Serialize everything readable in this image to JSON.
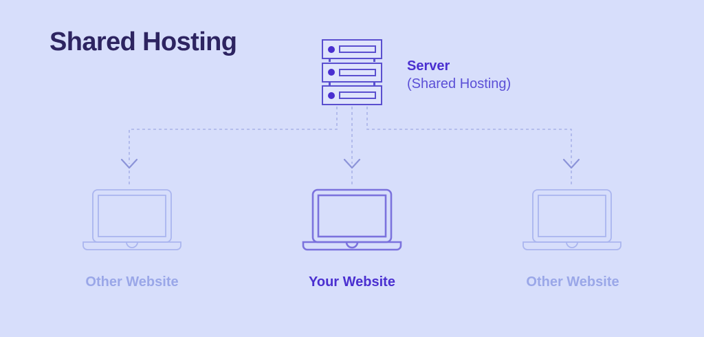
{
  "page": {
    "title": "Shared Hosting",
    "background_color": "#d7defb"
  },
  "colors": {
    "title": "#2d2461",
    "accent_purple": "#4a2fd0",
    "server_stroke": "#5a4fcf",
    "muted_label": "#9aa7e8",
    "laptop_stroke_light": "#aab5ef",
    "laptop_stroke_strong": "#7b72dd",
    "dashed_line": "#a8b2e8"
  },
  "server": {
    "name": "server-shared-hosting",
    "label_primary": "Server",
    "label_secondary": "(Shared Hosting)",
    "unit_count": 3,
    "units": [
      {
        "indicator": "status-dot",
        "bar": "drive-bay"
      },
      {
        "indicator": "status-dot",
        "bar": "drive-bay"
      },
      {
        "indicator": "status-dot",
        "bar": "drive-bay"
      }
    ]
  },
  "connections": {
    "type": "dashed",
    "arrow_style": "chevron",
    "branches": 3
  },
  "websites": [
    {
      "id": "other-website-left",
      "label": "Other Website",
      "emphasis": "dim",
      "icon": "laptop-icon"
    },
    {
      "id": "your-website",
      "label": "Your Website",
      "emphasis": "strong",
      "icon": "laptop-icon"
    },
    {
      "id": "other-website-right",
      "label": "Other Website",
      "emphasis": "dim",
      "icon": "laptop-icon"
    }
  ]
}
